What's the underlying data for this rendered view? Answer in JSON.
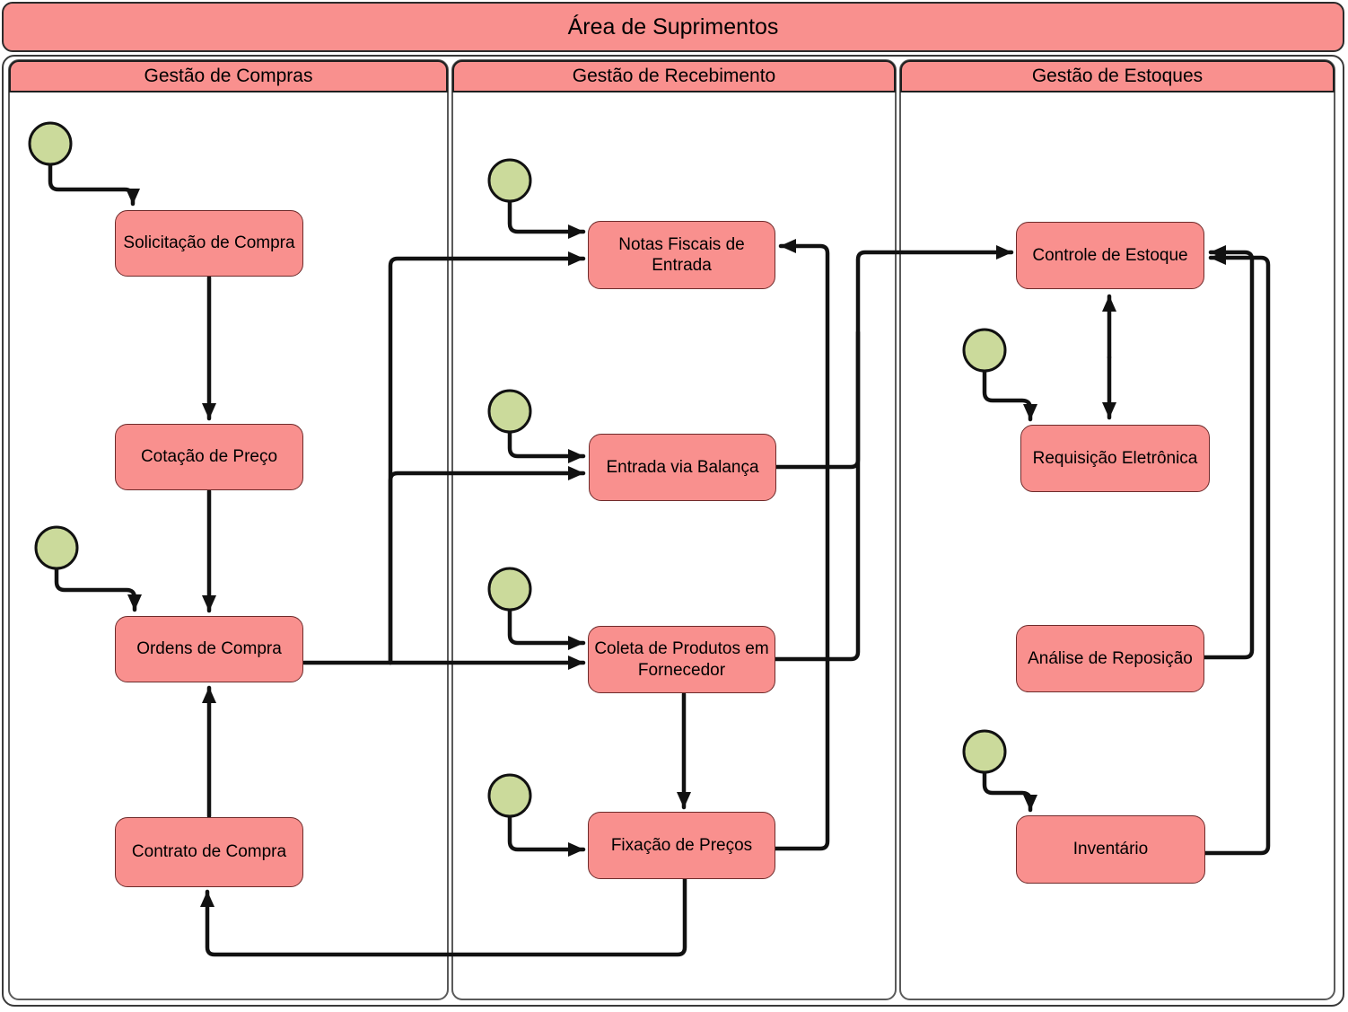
{
  "pool": {
    "title": "Área de Suprimentos"
  },
  "lanes": [
    {
      "label": "Gestão de Compras",
      "activities": [
        "Solicitação de Compra",
        "Cotação de Preço",
        "Ordens de Compra",
        "Contrato de Compra"
      ]
    },
    {
      "label": "Gestão de Recebimento",
      "activities": [
        "Notas Fiscais de Entrada",
        "Entrada via Balança",
        "Coleta de Produtos em Fornecedor",
        "Fixação de Preços"
      ]
    },
    {
      "label": "Gestão de Estoques",
      "activities": [
        "Controle de Estoque",
        "Requisição Eletrônica",
        "Análise de Reposição",
        "Inventário"
      ]
    }
  ],
  "edges": [
    {
      "from": "start",
      "to": "Solicitação de Compra"
    },
    {
      "from": "Solicitação de Compra",
      "to": "Cotação de Preço"
    },
    {
      "from": "Cotação de Preço",
      "to": "Ordens de Compra"
    },
    {
      "from": "start",
      "to": "Ordens de Compra"
    },
    {
      "from": "Contrato de Compra",
      "to": "Ordens de Compra"
    },
    {
      "from": "Ordens de Compra",
      "to": "Notas Fiscais de Entrada"
    },
    {
      "from": "Ordens de Compra",
      "to": "Entrada via Balança"
    },
    {
      "from": "Ordens de Compra",
      "to": "Coleta de Produtos em Fornecedor"
    },
    {
      "from": "start",
      "to": "Notas Fiscais de Entrada"
    },
    {
      "from": "start",
      "to": "Entrada via Balança"
    },
    {
      "from": "start",
      "to": "Coleta de Produtos em Fornecedor"
    },
    {
      "from": "start",
      "to": "Fixação de Preços"
    },
    {
      "from": "Coleta de Produtos em Fornecedor",
      "to": "Fixação de Preços"
    },
    {
      "from": "Entrada via Balança",
      "to": "Controle de Estoque"
    },
    {
      "from": "Coleta de Produtos em Fornecedor",
      "to": "Controle de Estoque"
    },
    {
      "from": "Fixação de Preços",
      "to": "Notas Fiscais de Entrada"
    },
    {
      "from": "Fixação de Preços",
      "to": "Contrato de Compra"
    },
    {
      "from": "Controle de Estoque",
      "to": "Requisição Eletrônica",
      "type": "bidirectional"
    },
    {
      "from": "start",
      "to": "Requisição Eletrônica"
    },
    {
      "from": "start",
      "to": "Inventário"
    },
    {
      "from": "Análise de Reposição",
      "to": "Controle de Estoque"
    },
    {
      "from": "Inventário",
      "to": "Controle de Estoque"
    }
  ],
  "colors": {
    "activity_fill": "#F9908E",
    "activity_border": "#6E2B2B",
    "start_event_fill": "#CBDA9B",
    "edge": "#111111",
    "lane_border": "#5A5A5A"
  }
}
